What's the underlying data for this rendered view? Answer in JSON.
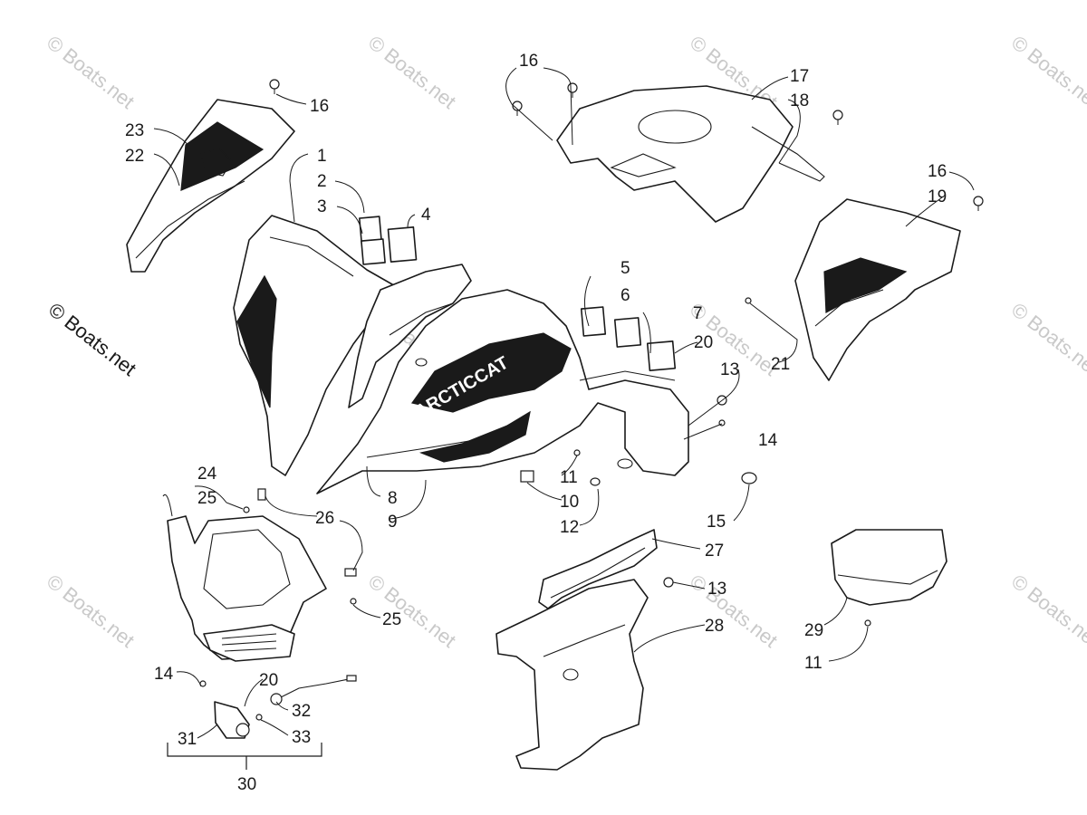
{
  "diagram": {
    "watermark_text": "© Boats.net",
    "brand_logo": "ARCTICCAT",
    "callouts": [
      {
        "id": "c1",
        "label": "1"
      },
      {
        "id": "c2",
        "label": "2"
      },
      {
        "id": "c3",
        "label": "3"
      },
      {
        "id": "c4",
        "label": "4"
      },
      {
        "id": "c5",
        "label": "5"
      },
      {
        "id": "c6",
        "label": "6"
      },
      {
        "id": "c7",
        "label": "7"
      },
      {
        "id": "c8",
        "label": "8"
      },
      {
        "id": "c9",
        "label": "9"
      },
      {
        "id": "c10",
        "label": "10"
      },
      {
        "id": "c11a",
        "label": "11"
      },
      {
        "id": "c11b",
        "label": "11"
      },
      {
        "id": "c12",
        "label": "12"
      },
      {
        "id": "c13a",
        "label": "13"
      },
      {
        "id": "c13b",
        "label": "13"
      },
      {
        "id": "c14a",
        "label": "14"
      },
      {
        "id": "c14b",
        "label": "14"
      },
      {
        "id": "c15",
        "label": "15"
      },
      {
        "id": "c16a",
        "label": "16"
      },
      {
        "id": "c16b",
        "label": "16"
      },
      {
        "id": "c16c",
        "label": "16"
      },
      {
        "id": "c17",
        "label": "17"
      },
      {
        "id": "c18",
        "label": "18"
      },
      {
        "id": "c19",
        "label": "19"
      },
      {
        "id": "c20a",
        "label": "20"
      },
      {
        "id": "c20b",
        "label": "20"
      },
      {
        "id": "c21",
        "label": "21"
      },
      {
        "id": "c22",
        "label": "22"
      },
      {
        "id": "c23",
        "label": "23"
      },
      {
        "id": "c24",
        "label": "24"
      },
      {
        "id": "c25a",
        "label": "25"
      },
      {
        "id": "c25b",
        "label": "25"
      },
      {
        "id": "c26",
        "label": "26"
      },
      {
        "id": "c27",
        "label": "27"
      },
      {
        "id": "c28",
        "label": "28"
      },
      {
        "id": "c29",
        "label": "29"
      },
      {
        "id": "c30",
        "label": "30"
      },
      {
        "id": "c31",
        "label": "31"
      },
      {
        "id": "c32",
        "label": "32"
      },
      {
        "id": "c33",
        "label": "33"
      }
    ]
  }
}
